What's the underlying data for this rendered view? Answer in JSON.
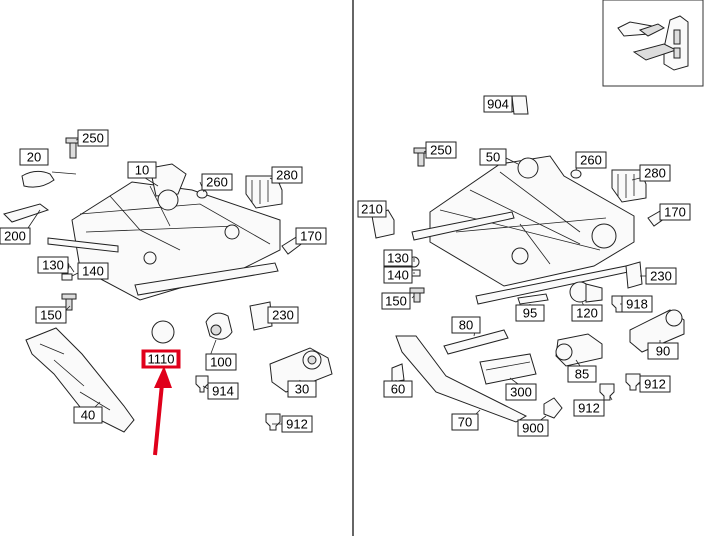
{
  "callouts": {
    "c20": "20",
    "c250a": "250",
    "c10": "10",
    "c260a": "260",
    "c280a": "280",
    "c200": "200",
    "c170a": "170",
    "c130a": "130",
    "c140a": "140",
    "c150a": "150",
    "c230a": "230",
    "c1110": "1110",
    "c100": "100",
    "c914": "914",
    "c40": "40",
    "c30": "30",
    "c912a": "912",
    "c904": "904",
    "c250b": "250",
    "c50": "50",
    "c260b": "260",
    "c280b": "280",
    "c210": "210",
    "c170b": "170",
    "c130b": "130",
    "c140b": "140",
    "c150b": "150",
    "c230b": "230",
    "c918": "918",
    "c95": "95",
    "c120": "120",
    "c80": "80",
    "c90": "90",
    "c60": "60",
    "c300": "300",
    "c85": "85",
    "c912b": "912",
    "c912c": "912",
    "c70": "70",
    "c900": "900"
  },
  "highlight": {
    "color": "#e0001b",
    "target": "1110"
  }
}
